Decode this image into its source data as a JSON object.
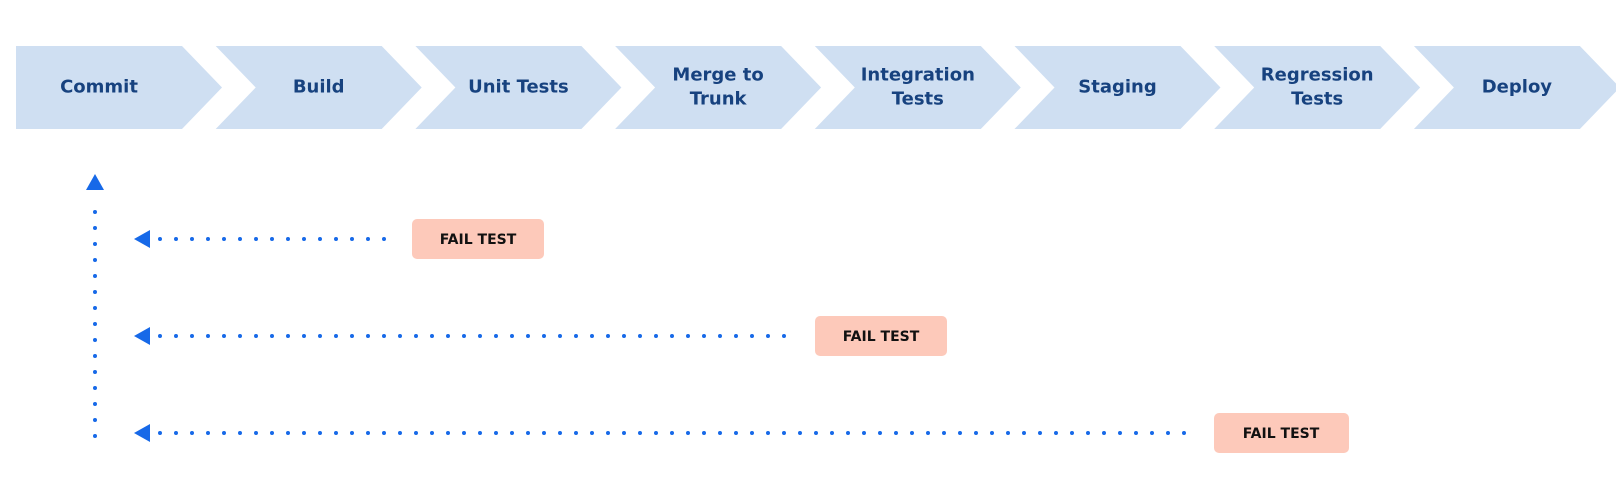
{
  "pipeline": {
    "stages": [
      {
        "lines": [
          "Commit"
        ]
      },
      {
        "lines": [
          "Build"
        ]
      },
      {
        "lines": [
          "Unit Tests"
        ]
      },
      {
        "lines": [
          "Merge to",
          "Trunk"
        ]
      },
      {
        "lines": [
          "Integration",
          "Tests"
        ]
      },
      {
        "lines": [
          "Staging"
        ]
      },
      {
        "lines": [
          "Regression",
          "Tests"
        ]
      },
      {
        "lines": [
          "Deploy"
        ]
      }
    ]
  },
  "feedback": {
    "fail_labels": [
      "FAIL TEST",
      "FAIL TEST",
      "FAIL TEST"
    ]
  },
  "colors": {
    "stage_fill": "#cfdff2",
    "stage_text": "#17427f",
    "arrow": "#1769e8",
    "fail_fill": "#fdc9ba",
    "fail_text": "#111111"
  }
}
